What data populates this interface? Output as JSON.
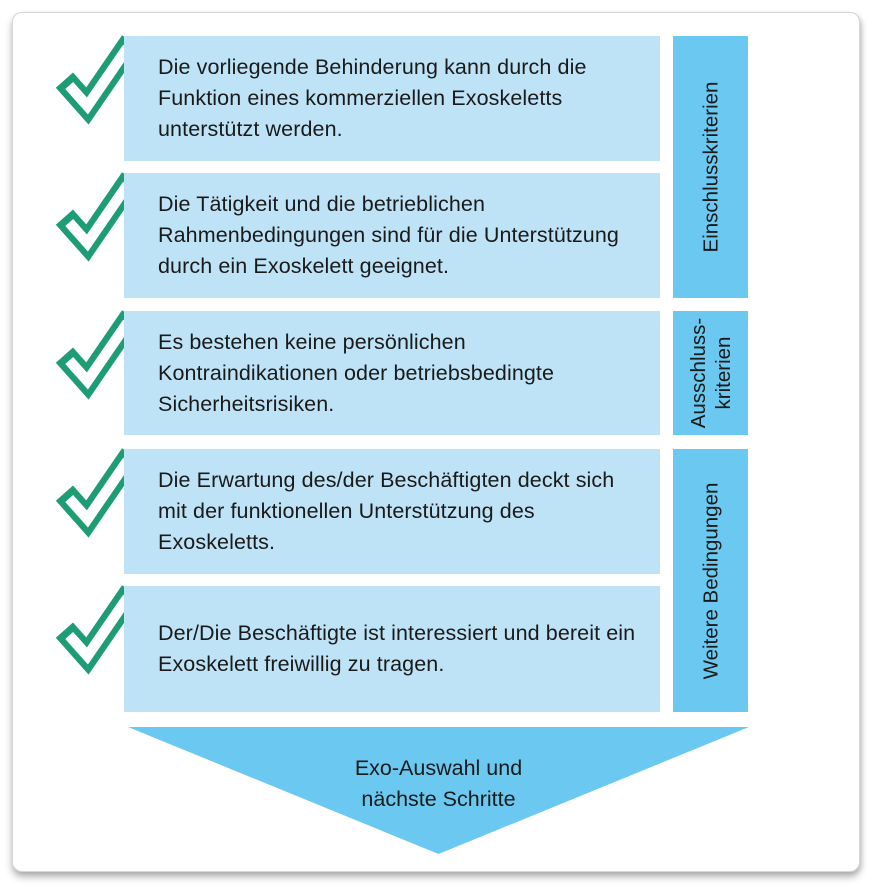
{
  "colors": {
    "box_bg": "#bee3f6",
    "label_bg": "#6bc8f0",
    "arrow_bg": "#6bc8f0",
    "check_green": "#1e9d75",
    "text_color": "#1a1a1a"
  },
  "criteria": [
    {
      "text": "Die vorliegende Behinderung kann durch die Funktion eines kommerziellen Exoskeletts unterstützt werden."
    },
    {
      "text": "Die Tätigkeit und die betrieblichen Rahmenbedingungen sind für die Unterstützung durch ein Exoskelett geeignet."
    },
    {
      "text": "Es bestehen keine persönlichen Kontraindikationen oder betriebsbedingte Sicherheitsrisiken."
    },
    {
      "text": "Die Erwartung des/der Beschäftigten deckt sich mit der funktionellen Unterstützung des Exoskeletts."
    },
    {
      "text": "Der/Die Beschäftigte ist interessiert und bereit ein Exoskelett freiwillig zu tragen."
    }
  ],
  "side_labels": [
    {
      "text": "Einschlusskriterien"
    },
    {
      "text": "Ausschluss-\nkriterien"
    },
    {
      "text": "Weitere Bedingungen"
    }
  ],
  "arrow": {
    "label": "Exo-Auswahl und\nnächste Schritte"
  }
}
